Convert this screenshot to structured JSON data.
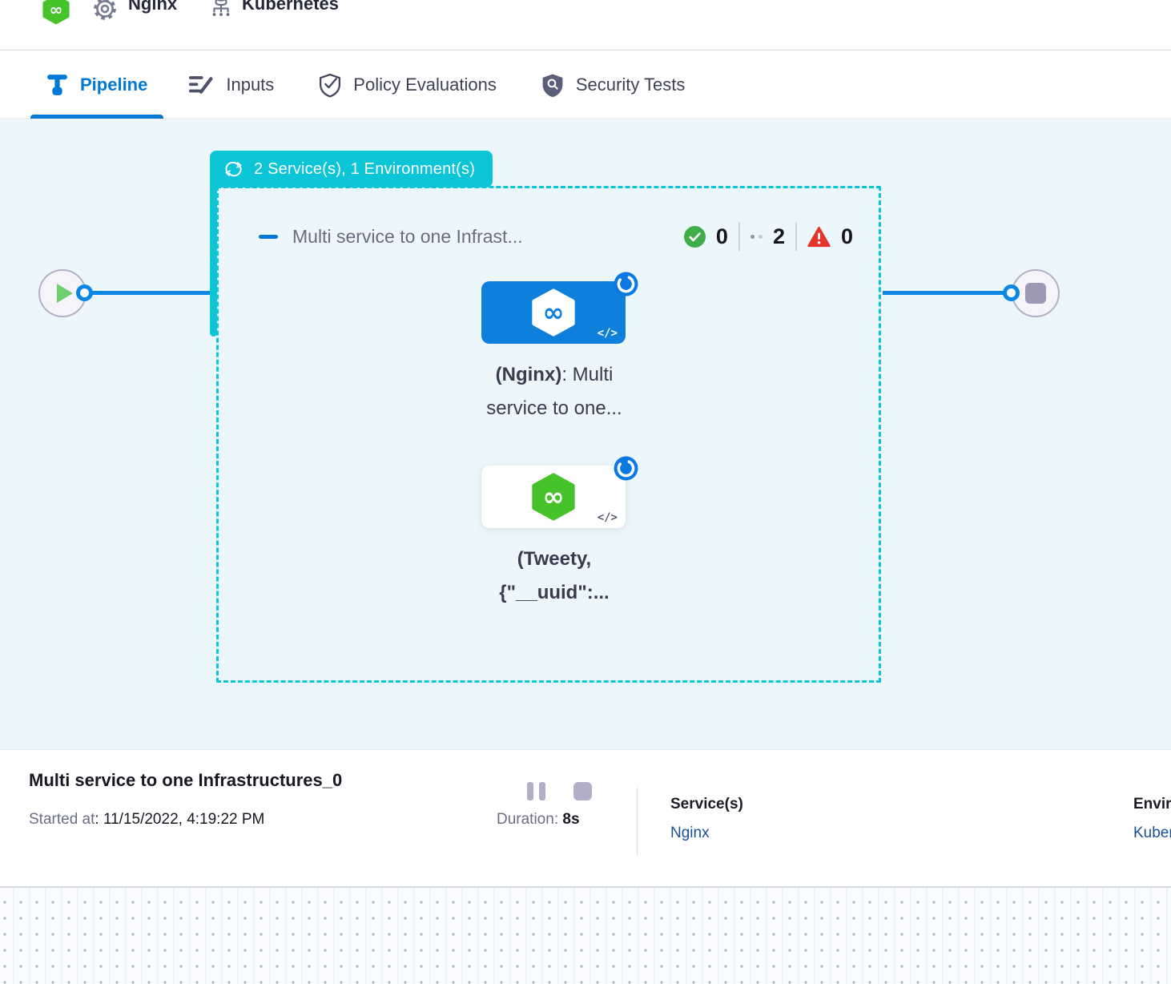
{
  "colors": {
    "accent_teal": "#0cc5d6",
    "primary_blue": "#0278d5",
    "connector_blue": "#0d87e4",
    "card_blue": "#0e80dc",
    "harness_green": "#46c32a",
    "success_green": "#3fae49",
    "error_red": "#e3342b",
    "canvas_bg": "#ecf7fb",
    "link_navy": "#1d4e94"
  },
  "breadcrumb": {
    "service": "Nginx",
    "environment": "Kubernetes"
  },
  "tabs": {
    "pipeline": "Pipeline",
    "inputs": "Inputs",
    "policy": "Policy Evaluations",
    "security": "Security Tests"
  },
  "stage": {
    "badge": "2 Service(s), 1 Environment(s)",
    "title": "Multi service to one Infrast...",
    "success_count": "0",
    "running_count": "2",
    "failed_count": "0"
  },
  "nodes": {
    "nginx": {
      "bold": "(Nginx)",
      "rest": ": Multi",
      "line2": "service to one...",
      "code_icon": "</>"
    },
    "tweety": {
      "line1": "(Tweety,",
      "line2": "{\"__uuid\":...",
      "code_icon": "</>"
    }
  },
  "footer": {
    "title": "Multi service to one Infrastructures_0",
    "started_label": "Started at",
    "started_value": ": 11/15/2022, 4:19:22 PM",
    "duration_label": "Duration:",
    "duration_value": "8s",
    "services_label": "Service(s)",
    "services_value": "Nginx",
    "environments_label": "Environment(s)",
    "environments_value": "Kubernetes"
  }
}
